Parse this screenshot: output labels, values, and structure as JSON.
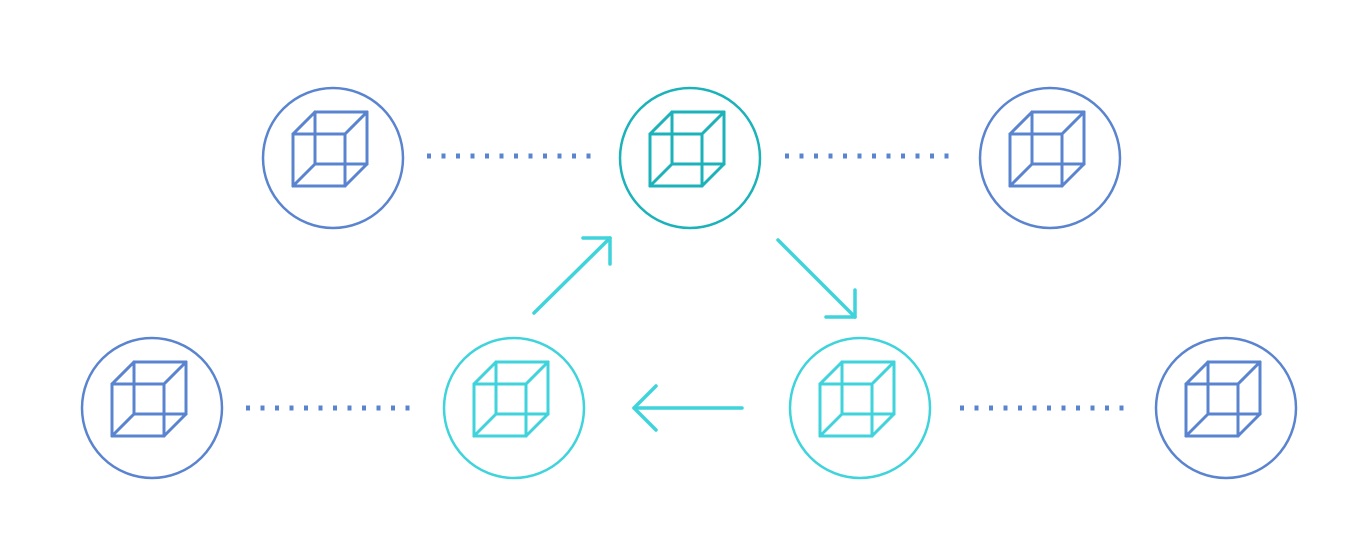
{
  "colors": {
    "outer_node": "#5a84cf",
    "top_node": "#1bb2b9",
    "inner_node": "#3fd3dc",
    "dots": "#5a84cf",
    "arrow": "#3fd3dc"
  },
  "nodes": [
    {
      "id": "node-top-left",
      "role": "outer",
      "icon": "cube-icon"
    },
    {
      "id": "node-top-center",
      "role": "top",
      "icon": "cube-icon"
    },
    {
      "id": "node-top-right",
      "role": "outer",
      "icon": "cube-icon"
    },
    {
      "id": "node-bottom-far-left",
      "role": "outer",
      "icon": "cube-icon"
    },
    {
      "id": "node-bottom-left",
      "role": "inner",
      "icon": "cube-icon"
    },
    {
      "id": "node-bottom-right",
      "role": "inner",
      "icon": "cube-icon"
    },
    {
      "id": "node-bottom-far-right",
      "role": "outer",
      "icon": "cube-icon"
    }
  ],
  "links": [
    {
      "from": "node-top-left",
      "to": "node-top-center",
      "style": "dotted"
    },
    {
      "from": "node-top-center",
      "to": "node-top-right",
      "style": "dotted"
    },
    {
      "from": "node-bottom-far-left",
      "to": "node-bottom-left",
      "style": "dotted"
    },
    {
      "from": "node-bottom-right",
      "to": "node-bottom-far-right",
      "style": "dotted"
    },
    {
      "from": "node-bottom-left",
      "to": "node-top-center",
      "style": "arrow"
    },
    {
      "from": "node-top-center",
      "to": "node-bottom-right",
      "style": "arrow"
    },
    {
      "from": "node-bottom-right",
      "to": "node-bottom-left",
      "style": "arrow"
    }
  ]
}
